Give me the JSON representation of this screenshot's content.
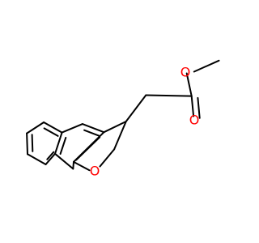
{
  "diagram": {
    "type": "chemical-structure",
    "atoms": [
      {
        "id": "o_ester_single",
        "label": "O",
        "color": "#ff0000"
      },
      {
        "id": "o_carbonyl",
        "label": "O",
        "color": "#ff0000"
      },
      {
        "id": "o_furan",
        "label": "O",
        "color": "#ff0000"
      }
    ]
  }
}
